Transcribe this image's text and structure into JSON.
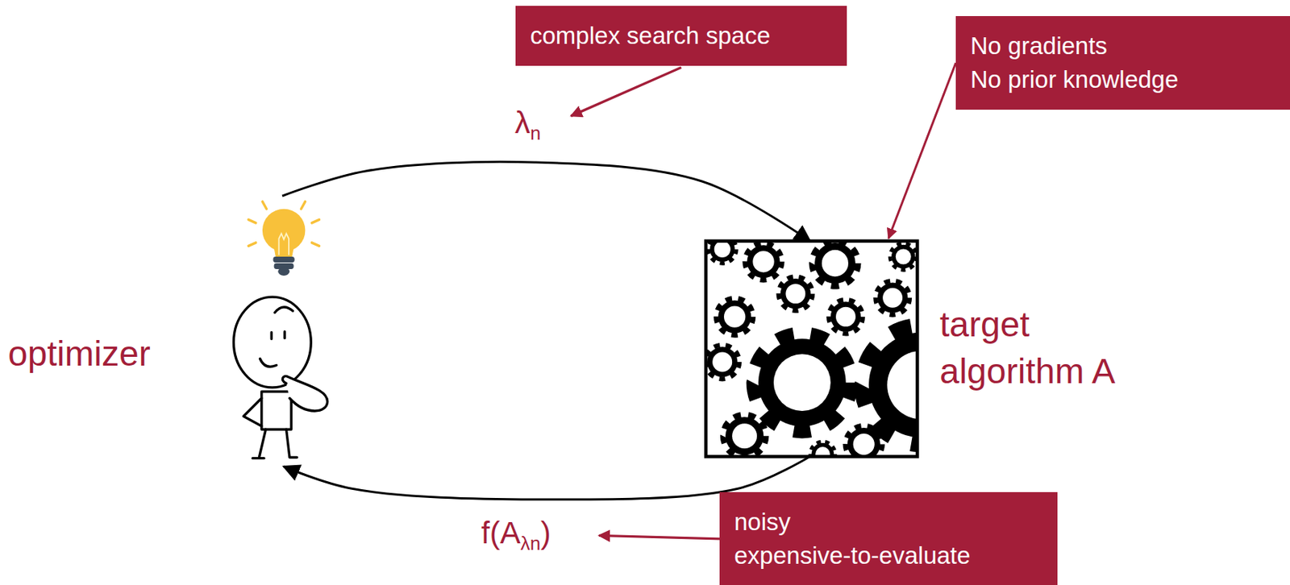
{
  "diagram": {
    "nodes": [
      {
        "text": [
          "complex search space"
        ]
      },
      {
        "text": [
          "No gradients",
          "No prior knowledge"
        ]
      },
      {
        "text": [
          "optimizer"
        ]
      },
      {
        "text": [
          "target algorithm A"
        ]
      },
      {
        "text": [
          "noisy",
          "expensive-to-evaluate"
        ]
      }
    ],
    "edges": [
      {
        "from": 2,
        "to": 3,
        "arrow": "to",
        "label": "λn"
      },
      {
        "from": 3,
        "to": 2,
        "arrow": "to",
        "label": "f(Aλn)"
      },
      {
        "from": 1,
        "to": 3,
        "arrow": "to"
      }
    ]
  }
}
